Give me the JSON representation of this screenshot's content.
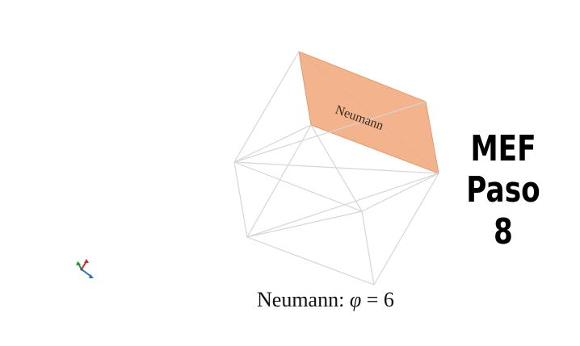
{
  "diagram": {
    "face_label": "Neumann",
    "highlight_color": "#f0a679",
    "edge_color": "#d6d6d6",
    "axes_icon": "xyz-axes-triad-icon"
  },
  "title": {
    "line1": "MEF",
    "line2": "Paso 8"
  },
  "caption": {
    "prefix": "Neumann: ",
    "symbol": "φ",
    "equals": " = ",
    "value": "6"
  }
}
